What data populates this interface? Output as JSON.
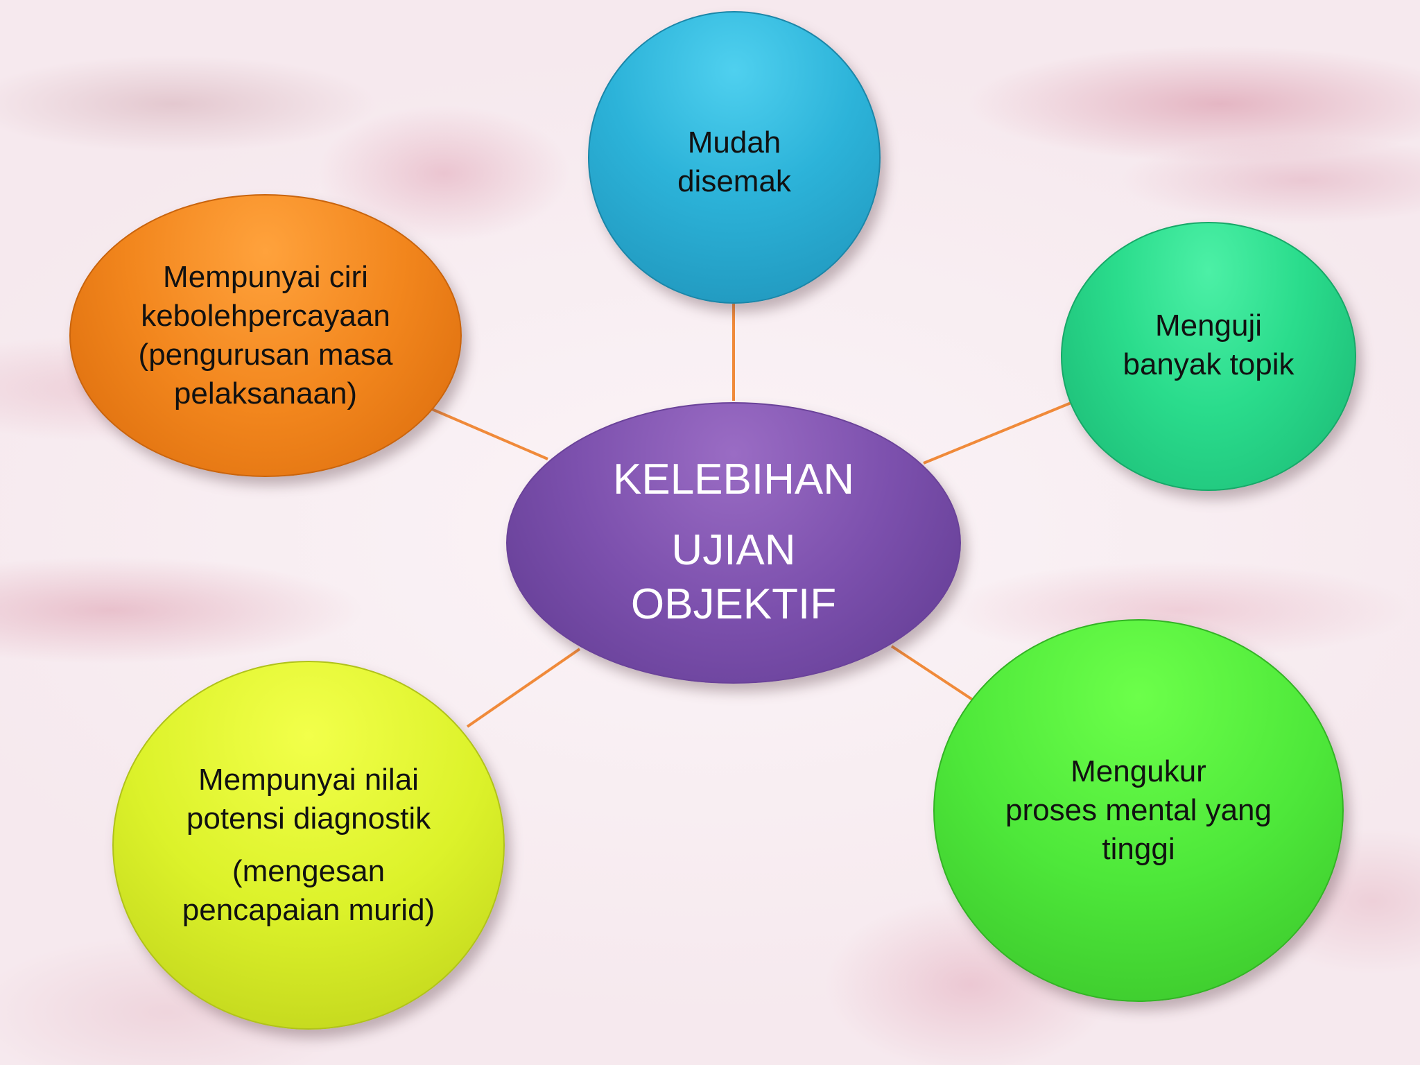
{
  "diagram": {
    "center": {
      "line1": "KELEBIHAN",
      "line2": "UJIAN\nOBJEKTIF",
      "color": "#7c50ad"
    },
    "connector_color": "#f08a3a",
    "nodes": {
      "mudah": {
        "text": "Mudah\ndisemak",
        "color": "#2cb3d9"
      },
      "ciri": {
        "text": "Mempunyai ciri\nkebolehpercayaan\n(pengurusan masa\npelaksanaan)",
        "color": "#f2861d"
      },
      "menguji": {
        "text": "Menguji\nbanyak topik",
        "color": "#2adc8c"
      },
      "nilai": {
        "text": "Mempunyai nilai\npotensi diagnostik",
        "text2": "(mengesan\npencapaian murid)",
        "color": "#dcf22a"
      },
      "mengukur": {
        "text": "Mengukur\nproses mental yang\ntinggi",
        "color": "#4ee83a"
      }
    }
  }
}
